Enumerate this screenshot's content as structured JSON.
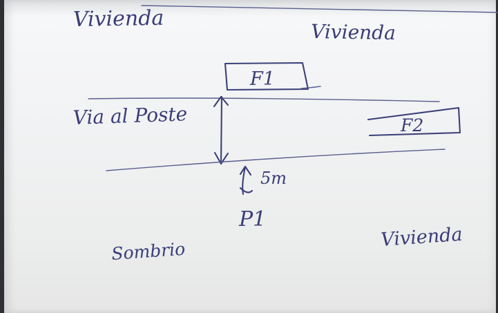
{
  "labels": {
    "top_left": "Vivienda",
    "top_right": "Vivienda",
    "road": "Via al Poste",
    "f1": "F1",
    "f2": "F2",
    "distance": "5m",
    "point": "P1",
    "bottom_left": "Sombrio",
    "bottom_right": "Vivienda"
  },
  "colors": {
    "paper": "#f2f3f4",
    "ink": "#3d3f78",
    "background": "#303034"
  }
}
